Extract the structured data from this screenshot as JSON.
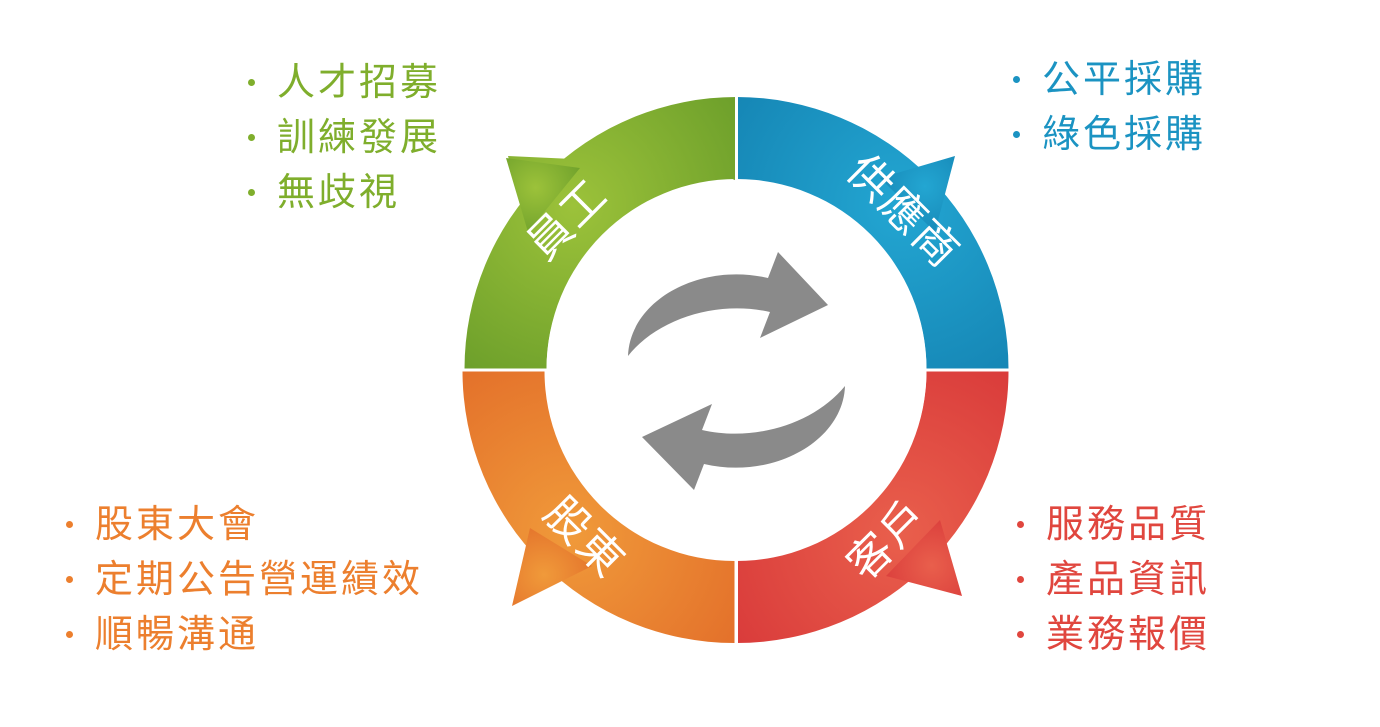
{
  "colors": {
    "employees": "#7fae2c",
    "suppliers": "#1b93c2",
    "customers": "#e0463e",
    "shareholders": "#ec7f2e",
    "cycle_arrows": "#8a8a8a"
  },
  "segments": {
    "employees": {
      "label": "員工",
      "items": [
        "人才招募",
        "訓練發展",
        "無歧視"
      ]
    },
    "suppliers": {
      "label": "供應商",
      "items": [
        "公平採購",
        "綠色採購"
      ]
    },
    "shareholders": {
      "label": "股東",
      "items": [
        "股東大會",
        "定期公告營運績效",
        "順暢溝通"
      ]
    },
    "customers": {
      "label": "客戶",
      "items": [
        "服務品質",
        "產品資訊",
        "業務報價"
      ]
    }
  },
  "center_icon": "refresh-cycle-icon"
}
